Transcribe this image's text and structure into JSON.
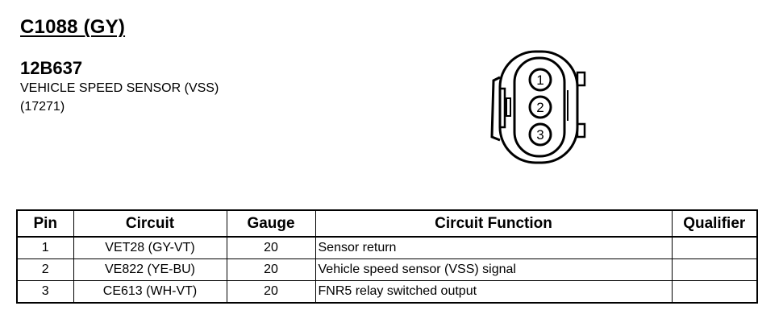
{
  "connector": {
    "id": "C1088 (GY)",
    "part_number": "12B637",
    "description": "VEHICLE SPEED SENSOR (VSS)",
    "reference": "(17271)"
  },
  "connector_diagram": {
    "pins": [
      "1",
      "2",
      "3"
    ]
  },
  "pin_table": {
    "headers": [
      "Pin",
      "Circuit",
      "Gauge",
      "Circuit Function",
      "Qualifier"
    ],
    "rows": [
      {
        "pin": "1",
        "circuit": "VET28 (GY-VT)",
        "gauge": "20",
        "function": "Sensor return",
        "qualifier": ""
      },
      {
        "pin": "2",
        "circuit": "VE822 (YE-BU)",
        "gauge": "20",
        "function": "Vehicle speed sensor (VSS) signal",
        "qualifier": ""
      },
      {
        "pin": "3",
        "circuit": "CE613 (WH-VT)",
        "gauge": "20",
        "function": "FNR5 relay switched output",
        "qualifier": ""
      }
    ]
  }
}
